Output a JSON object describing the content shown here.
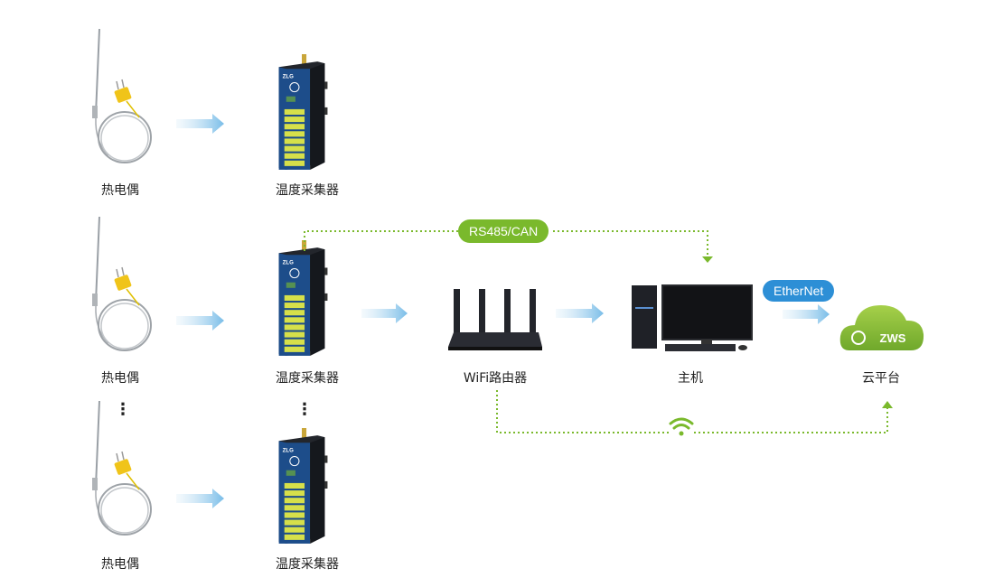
{
  "rows": [
    {
      "sensor_label": "热电偶",
      "collector_label": "温度采集器"
    },
    {
      "sensor_label": "热电偶",
      "collector_label": "温度采集器"
    },
    {
      "sensor_label": "热电偶",
      "collector_label": "温度采集器"
    }
  ],
  "router": {
    "label": "WiFi路由器"
  },
  "host": {
    "label": "主机"
  },
  "cloud": {
    "label": "云平台",
    "logo_text": "ZWS"
  },
  "links": {
    "rs485": "RS485/CAN",
    "ethernet": "EtherNet",
    "wifi_icon": "wifi-icon"
  },
  "ellipsis": "⋮",
  "colors": {
    "accent_green": "#7ab92c",
    "accent_blue": "#2d8fd6",
    "arrow_blue": "#8fc6ea",
    "device_dark": "#1c2230",
    "device_panel": "#1d4d8a"
  }
}
